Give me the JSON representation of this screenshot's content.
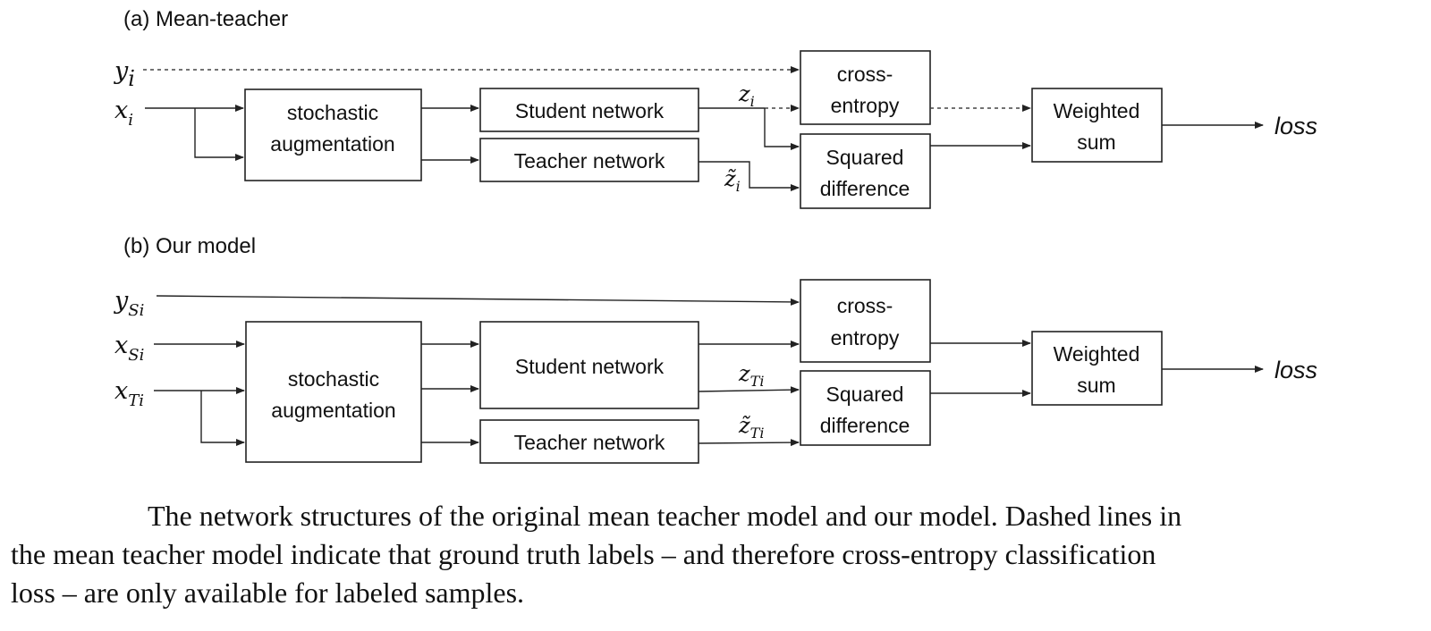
{
  "panel_a": {
    "heading": "(a) Mean-teacher",
    "inputs": {
      "y_base": "y",
      "y_sub": "i",
      "x_base": "x",
      "x_sub": "i"
    },
    "aug_line1": "stochastic",
    "aug_line2": "augmentation",
    "student": "Student network",
    "teacher": "Teacher network",
    "z_base": "z",
    "z_sub": "i",
    "zt_base": "z̃",
    "zt_sub": "i",
    "ce_line1": "cross-",
    "ce_line2": "entropy",
    "sq_line1": "Squared",
    "sq_line2": "difference",
    "ws_line1": "Weighted",
    "ws_line2": "sum",
    "loss": "loss"
  },
  "panel_b": {
    "heading": "(b) Our model",
    "inputs": {
      "ys_base": "y",
      "ys_sub": "Si",
      "xs_base": "x",
      "xs_sub": "Si",
      "xt_base": "x",
      "xt_sub": "Ti"
    },
    "aug_line1": "stochastic",
    "aug_line2": "augmentation",
    "student": "Student network",
    "teacher": "Teacher network",
    "z_base": "z",
    "z_sub": "Ti",
    "zt_base": "z̃",
    "zt_sub": "Ti",
    "ce_line1": "cross-",
    "ce_line2": "entropy",
    "sq_line1": "Squared",
    "sq_line2": "difference",
    "ws_line1": "Weighted",
    "ws_line2": "sum",
    "loss": "loss"
  },
  "caption": {
    "line1": "The network structures of the original mean teacher model and our model. Dashed lines in",
    "line2": "the mean teacher model indicate that ground truth labels – and therefore cross-entropy classification",
    "line3": "loss – are only available for labeled samples."
  }
}
